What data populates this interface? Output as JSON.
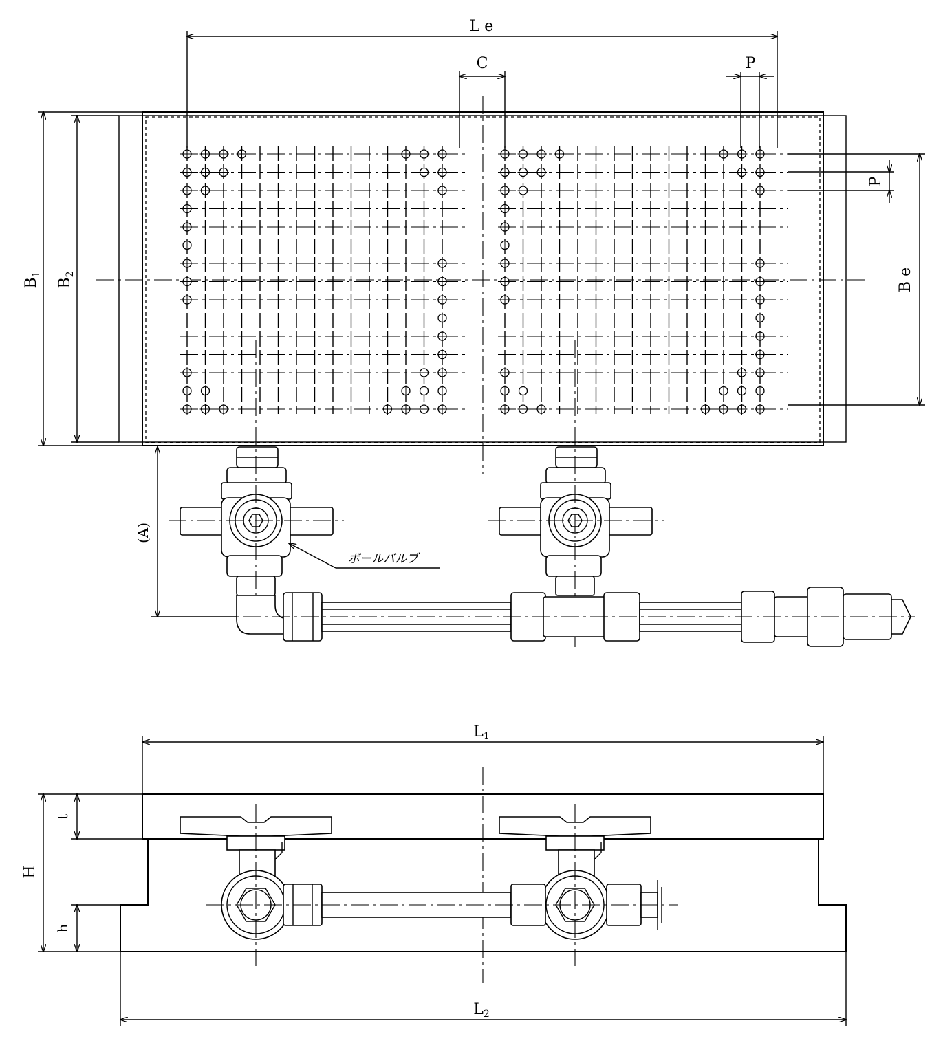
{
  "labels": {
    "Le": "L e",
    "C": "C",
    "P_top": "P",
    "P_side": "P",
    "B1_main": "B",
    "B1_sub": "1",
    "B2_main": "B",
    "B2_sub": "2",
    "Be": "B e",
    "A": "(A)",
    "ball_valve": "ボールバルブ",
    "L1_main": "L",
    "L1_sub": "1",
    "L2_main": "L",
    "L2_sub": "2",
    "H": "H",
    "t": "t",
    "h": "h"
  },
  "colors": {
    "line": "#000000",
    "background": "#ffffff"
  }
}
